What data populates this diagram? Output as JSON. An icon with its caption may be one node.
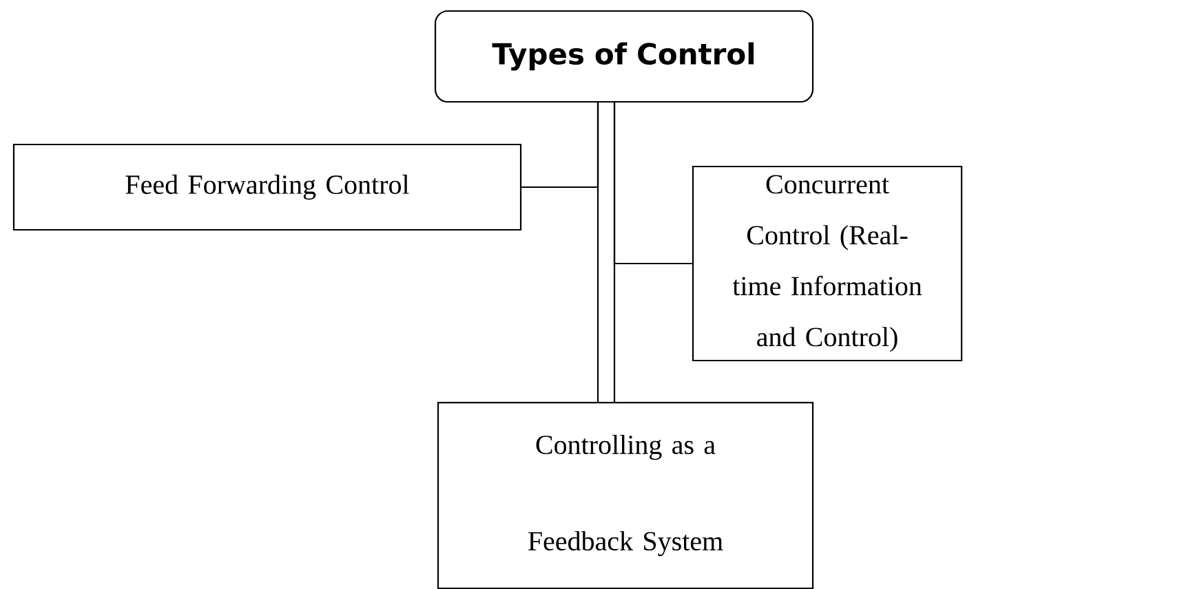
{
  "diagram": {
    "nodes": [
      {
        "text": [
          "Types of Control"
        ]
      },
      {
        "text": [
          "Feed Forwarding Control"
        ]
      },
      {
        "text": [
          "Concurrent Control (Real-time Information and Control)"
        ]
      },
      {
        "text": [
          "Controlling as a Feedback System"
        ]
      }
    ],
    "edges": [
      {
        "from": 0,
        "to": 1,
        "arrow": "none"
      },
      {
        "from": 0,
        "to": 2,
        "arrow": "none"
      },
      {
        "from": 0,
        "to": 3,
        "arrow": "none"
      }
    ]
  }
}
